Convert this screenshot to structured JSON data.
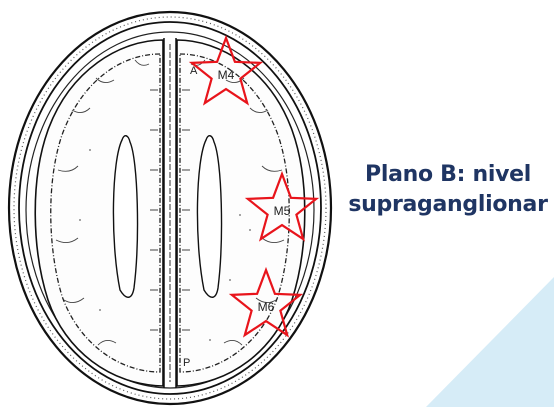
{
  "title": {
    "line1": "Plano B: nivel",
    "line2": "supraganglionar"
  },
  "diagram": {
    "labels": {
      "anterior": "A",
      "posterior": "P"
    },
    "markers": [
      {
        "label": "M4"
      },
      {
        "label": "M5"
      },
      {
        "label": "M6"
      }
    ],
    "colors": {
      "marker": "#e8141b",
      "line": "#111111",
      "title": "#1f3563",
      "corner": "#d6ecf7"
    }
  }
}
